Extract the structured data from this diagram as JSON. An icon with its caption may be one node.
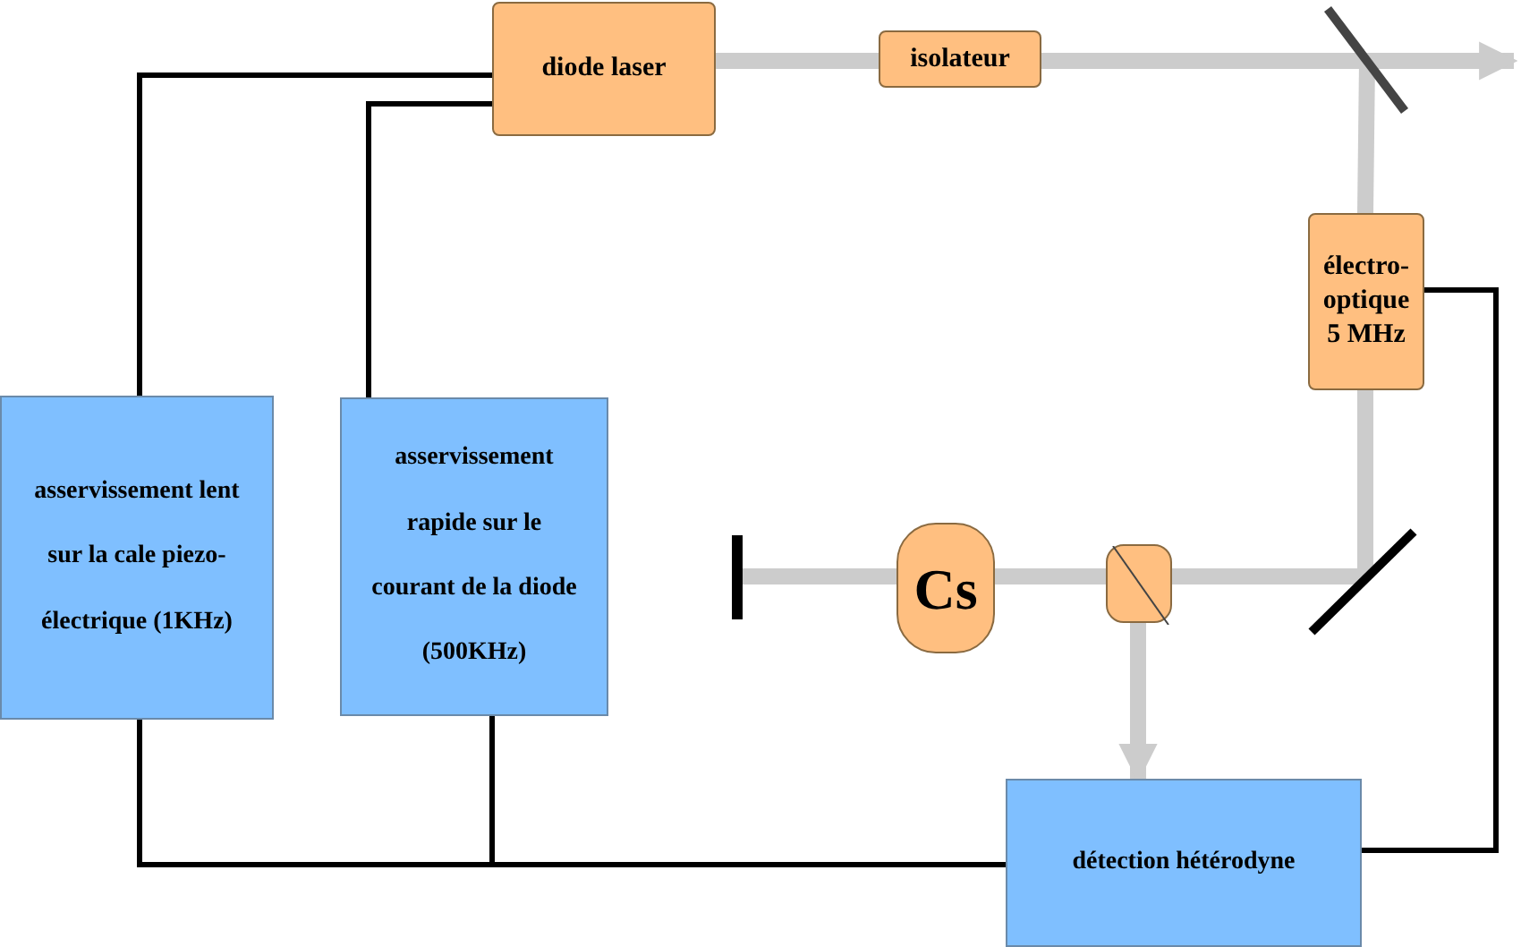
{
  "diagram": {
    "nodes": [
      {
        "text": [
          "diode laser"
        ]
      },
      {
        "text": [
          "isolateur"
        ]
      },
      {
        "text": [],
        "shape": "bar"
      },
      {
        "text": [
          "électro-optique 5 MHz"
        ]
      },
      {
        "text": [],
        "shape": "bar"
      },
      {
        "text": [],
        "shape": "box"
      },
      {
        "text": [
          "Cs"
        ]
      },
      {
        "text": [],
        "shape": "bar"
      },
      {
        "text": [
          "détection hétérodyne"
        ]
      },
      {
        "text": [
          "asservissement lent sur la cale piezo-électrique (1KHz)"
        ]
      },
      {
        "text": [
          "asservissement rapide sur le courant de la diode (500KHz)"
        ]
      }
    ],
    "edges": [
      {
        "from": 0,
        "to": 1,
        "arrow": "none"
      },
      {
        "from": 1,
        "to": 2,
        "arrow": "none"
      },
      {
        "from": 2,
        "to": null,
        "arrow": "to"
      },
      {
        "from": 2,
        "to": 3,
        "arrow": "none"
      },
      {
        "from": 3,
        "to": 4,
        "arrow": "none"
      },
      {
        "from": 4,
        "to": 5,
        "arrow": "none"
      },
      {
        "from": 5,
        "to": 6,
        "arrow": "none"
      },
      {
        "from": 6,
        "to": 7,
        "arrow": "none"
      },
      {
        "from": 5,
        "to": 8,
        "arrow": "to"
      },
      {
        "from": 9,
        "to": 0,
        "arrow": "none",
        "color": "#000000"
      },
      {
        "from": 10,
        "to": 0,
        "arrow": "none",
        "color": "#000000"
      },
      {
        "from": 8,
        "to": 9,
        "arrow": "none",
        "color": "#000000"
      },
      {
        "from": 8,
        "to": 10,
        "arrow": "none",
        "color": "#000000"
      },
      {
        "from": 3,
        "to": 8,
        "arrow": "none",
        "color": "#000000"
      }
    ]
  }
}
